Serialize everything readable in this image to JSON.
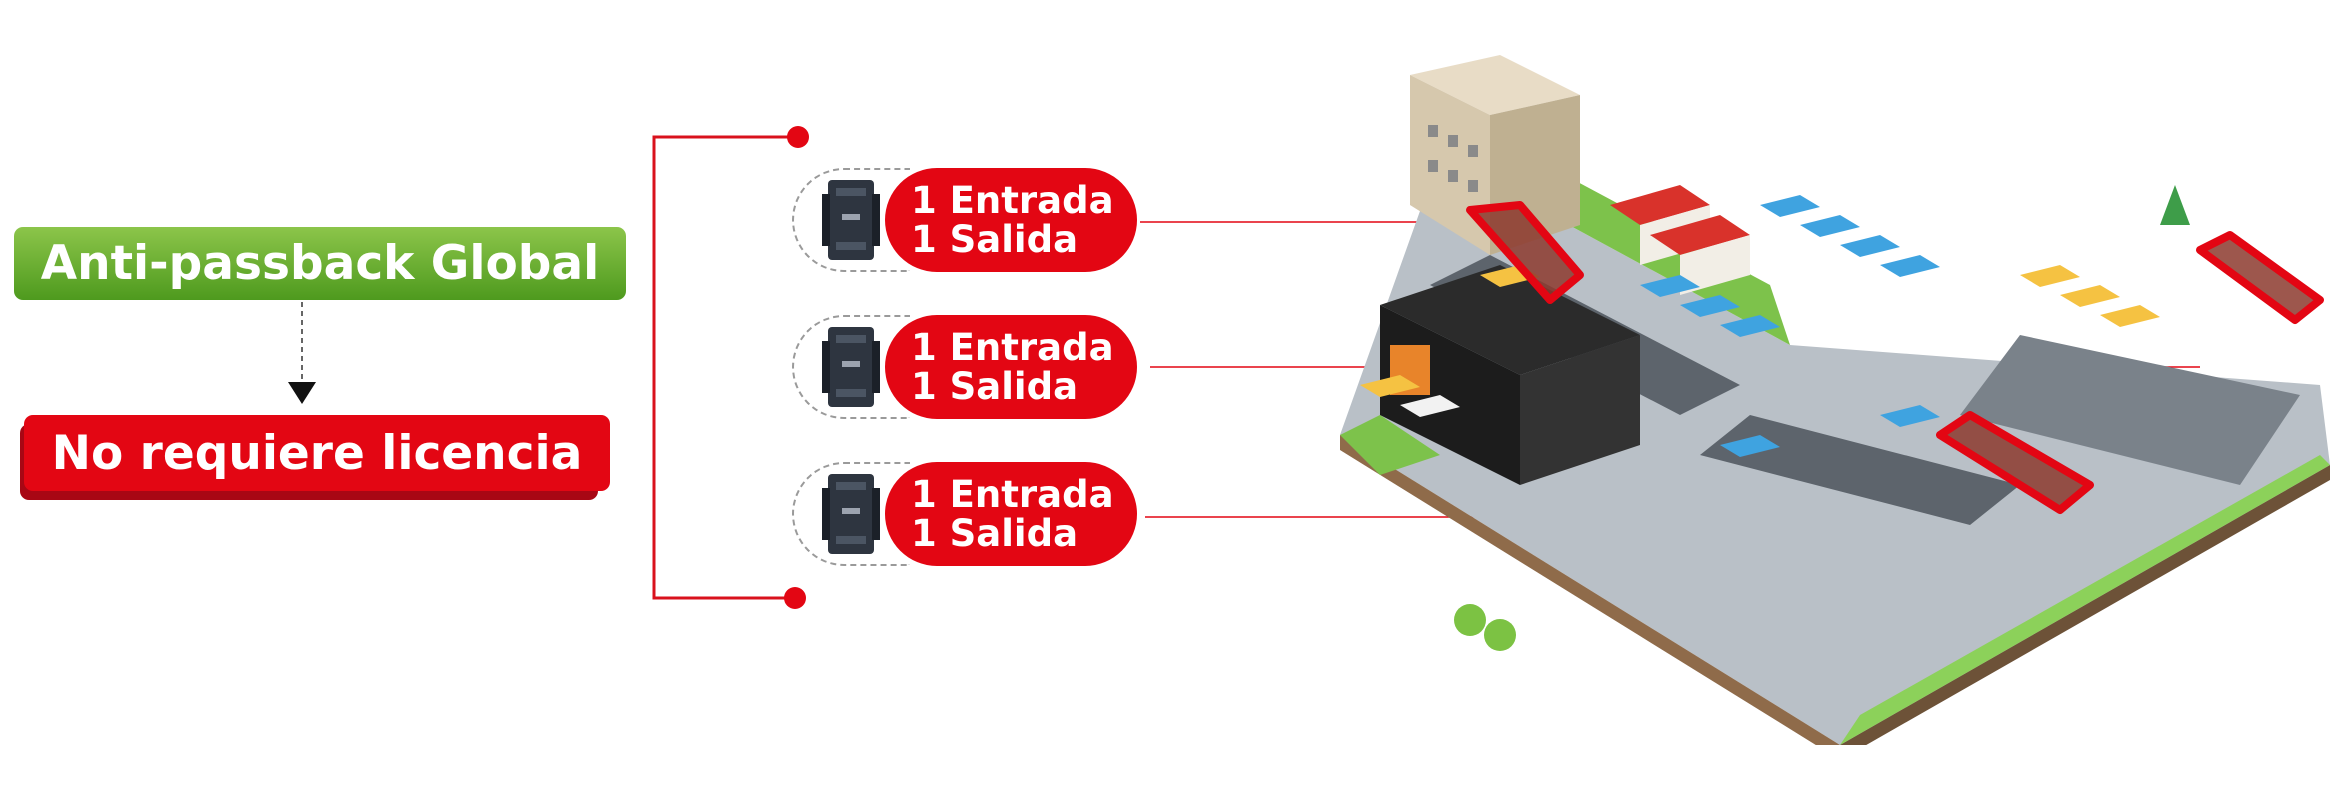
{
  "mode_label": "Anti-passback Global",
  "license_label": "No requiere licencia",
  "controllers": [
    {
      "entrada": "1 Entrada",
      "salida": "1 Salida"
    },
    {
      "entrada": "1 Entrada",
      "salida": "1 Salida"
    },
    {
      "entrada": "1 Entrada",
      "salida": "1 Salida"
    }
  ],
  "colors": {
    "accent_red": "#e30613",
    "green": "#6fb232"
  }
}
